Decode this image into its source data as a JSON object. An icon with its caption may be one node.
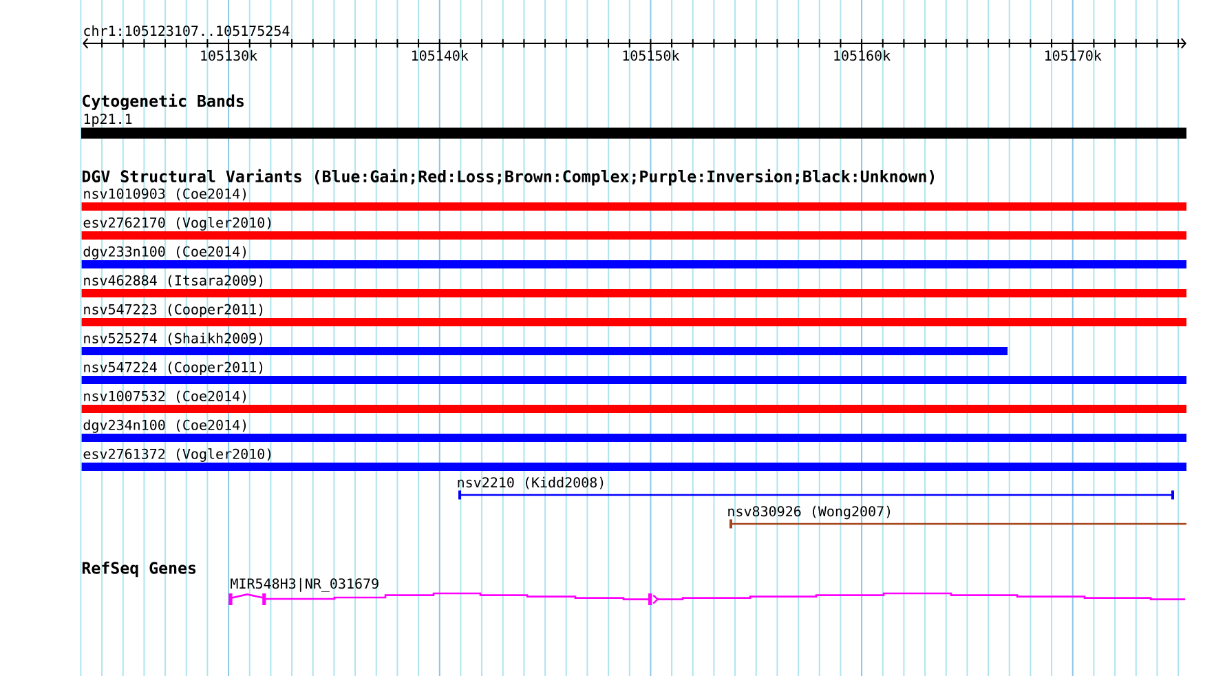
{
  "diagram": {
    "nodes": [
      {
        "text": [
          "1p21.1"
        ]
      },
      {
        "text": [
          "nsv1010903 (Coe2014)"
        ]
      },
      {
        "text": [
          "esv2762170 (Vogler2010)"
        ]
      },
      {
        "text": [
          "dgv233n100 (Coe2014)"
        ]
      },
      {
        "text": [
          "nsv462884 (Itsara2009)"
        ]
      },
      {
        "text": [
          "nsv547223 (Cooper2011)"
        ]
      },
      {
        "text": [
          "nsv525274 (Shaikh2009)"
        ]
      },
      {
        "text": [
          "nsv547224 (Cooper2011)"
        ]
      },
      {
        "text": [
          "nsv1007532 (Coe2014)"
        ]
      },
      {
        "text": [
          "dgv234n100 (Coe2014)"
        ]
      },
      {
        "text": [
          "esv2761372 (Vogler2010)"
        ]
      },
      {
        "text": [
          "nsv2210 (Kidd2008)"
        ]
      },
      {
        "text": [
          "nsv830926 (Wong2007)"
        ]
      },
      {
        "text": [
          "MIR548H3|NR_031679"
        ]
      }
    ],
    "labels": [
      "chr1:105123107..105175254",
      "105130k",
      "105140k",
      "105150k",
      "105160k",
      "105170k",
      "Cytogenetic Bands",
      "DGV Structural Variants (Blue:Gain;Red:Loss;Brown:Complex;Purple:Inversion;Black:Unknown)",
      "RefSeq Genes"
    ]
  }
}
